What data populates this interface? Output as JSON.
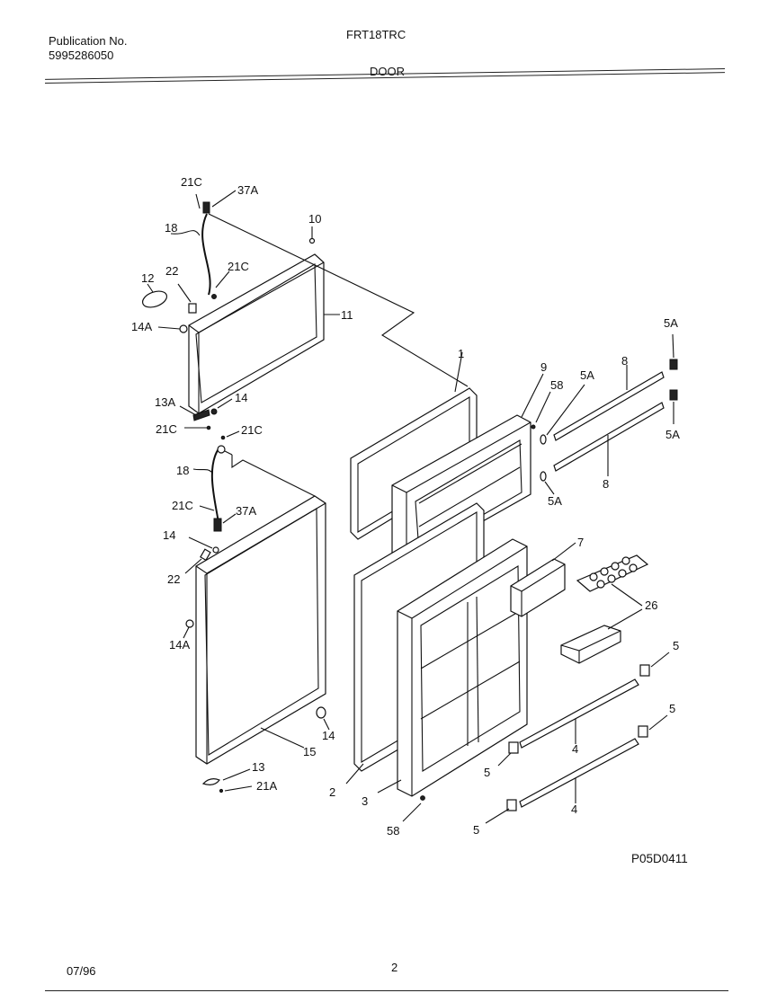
{
  "header": {
    "publication_label": "Publication No.",
    "publication_number": "5995286050",
    "model": "FRT18TRC",
    "section": "DOOR"
  },
  "footer": {
    "date": "07/96",
    "page": "2"
  },
  "diagram_code": "P05D0411",
  "callouts": {
    "c1": "1",
    "c2": "2",
    "c3": "3",
    "c4a": "4",
    "c4b": "4",
    "c5a": "5",
    "c5b": "5",
    "c5c": "5",
    "c5d": "5",
    "c5Aa": "5A",
    "c5Ab": "5A",
    "c5Ac": "5A",
    "c5Ad": "5A",
    "c7": "7",
    "c8a": "8",
    "c8b": "8",
    "c9": "9",
    "c10": "10",
    "c11": "11",
    "c12": "12",
    "c13": "13",
    "c13A": "13A",
    "c14a": "14",
    "c14b": "14",
    "c14c": "14",
    "c14Aa": "14A",
    "c14Ab": "14A",
    "c15": "15",
    "c18a": "18",
    "c18b": "18",
    "c21Aa": "21A",
    "c21Ca": "21C",
    "c21Cb": "21C",
    "c21Cc": "21C",
    "c21Cd": "21C",
    "c21Ce": "21C",
    "c22a": "22",
    "c22b": "22",
    "c26": "26",
    "c37Aa": "37A",
    "c37Ab": "37A",
    "c58a": "58",
    "c58b": "58"
  }
}
